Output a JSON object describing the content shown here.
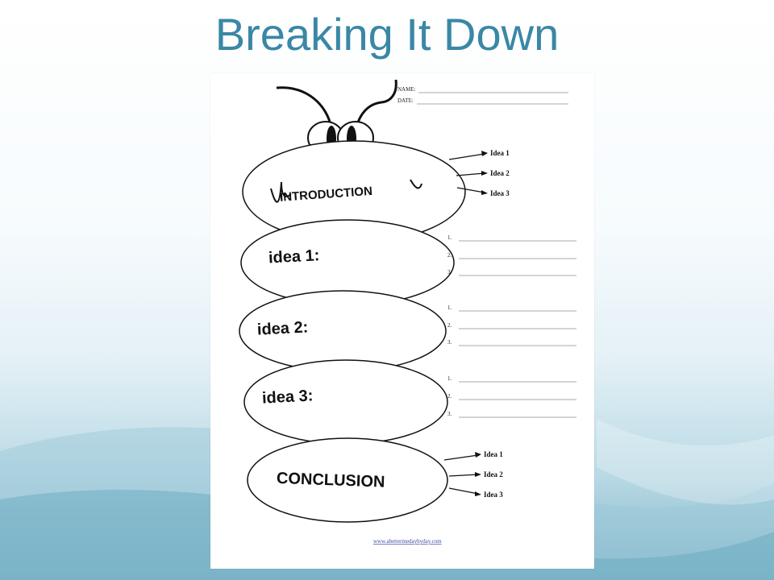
{
  "slide": {
    "title": "Breaking It Down",
    "accent_color": "#3a87a6"
  },
  "worksheet": {
    "header": {
      "name_label": "NAME:",
      "date_label": "DATE:"
    },
    "introduction": {
      "label": "INTRODUCTION",
      "bullets": [
        "Idea 1",
        "Idea 2",
        "Idea 3"
      ]
    },
    "sections": [
      {
        "label": "idea 1:",
        "lines": [
          "1.",
          "2.",
          "3."
        ]
      },
      {
        "label": "idea 2:",
        "lines": [
          "1.",
          "2.",
          "3."
        ]
      },
      {
        "label": "idea 3:",
        "lines": [
          "1.",
          "2.",
          "3."
        ]
      }
    ],
    "conclusion": {
      "label": "CONCLUSION",
      "bullets": [
        "Idea 1",
        "Idea 2",
        "Idea 3"
      ]
    },
    "footer_link": "www.abettermedaybyday.com"
  }
}
